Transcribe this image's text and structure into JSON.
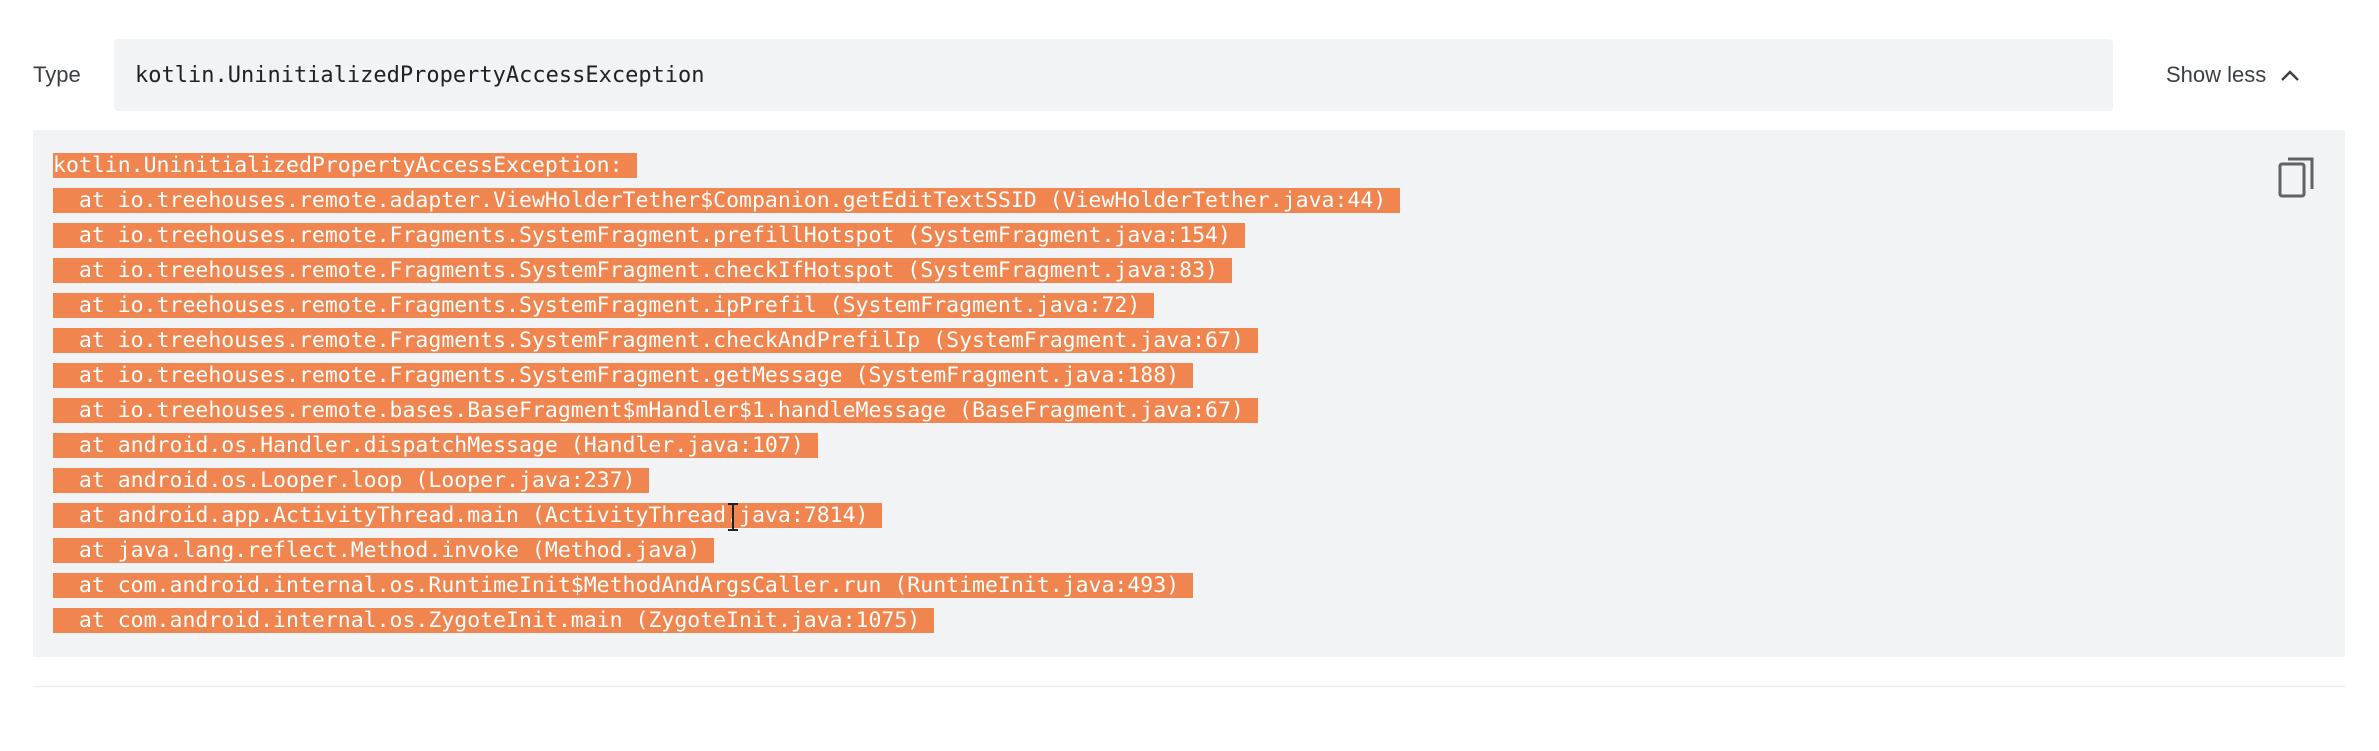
{
  "type_row": {
    "label": "Type",
    "value": "kotlin.UninitializedPropertyAccessException"
  },
  "toggle": {
    "label": "Show less",
    "icon": "chevron-up-icon"
  },
  "copy": {
    "icon": "copy-icon"
  },
  "stack_trace": {
    "header": "kotlin.UninitializedPropertyAccessException:",
    "frames": [
      "  at io.treehouses.remote.adapter.ViewHolderTether$Companion.getEditTextSSID (ViewHolderTether.java:44)",
      "  at io.treehouses.remote.Fragments.SystemFragment.prefillHotspot (SystemFragment.java:154)",
      "  at io.treehouses.remote.Fragments.SystemFragment.checkIfHotspot (SystemFragment.java:83)",
      "  at io.treehouses.remote.Fragments.SystemFragment.ipPrefil (SystemFragment.java:72)",
      "  at io.treehouses.remote.Fragments.SystemFragment.checkAndPrefilIp (SystemFragment.java:67)",
      "  at io.treehouses.remote.Fragments.SystemFragment.getMessage (SystemFragment.java:188)",
      "  at io.treehouses.remote.bases.BaseFragment$mHandler$1.handleMessage (BaseFragment.java:67)",
      "  at android.os.Handler.dispatchMessage (Handler.java:107)",
      "  at android.os.Looper.loop (Looper.java:237)",
      "  at android.app.ActivityThread.main (ActivityThread.java:7814)",
      "  at java.lang.reflect.Method.invoke (Method.java)",
      "  at com.android.internal.os.RuntimeInit$MethodAndArgsCaller.run (RuntimeInit.java:493)",
      "  at com.android.internal.os.ZygoteInit.main (ZygoteInit.java:1075)"
    ]
  },
  "colors": {
    "selection": "#f0854f",
    "panel_background": "#f1f3f4"
  }
}
